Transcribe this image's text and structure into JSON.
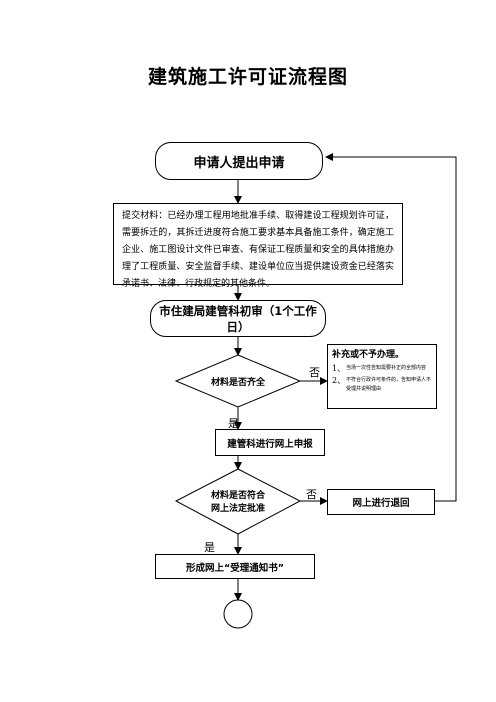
{
  "title": "建筑施工许可证流程图",
  "nodes": {
    "apply": "申请人提出申请",
    "materials": "提交材料：已经办理工程用地批准手续、取得建设工程规划许可证，需要拆迁的，其拆迁进度符合施工要求基本具备施工条件，确定施工企业、施工图设计文件已审查、有保证工程质量和安全的具体措施办理了工程质量、安全监督手续、建设单位应当提供建设资金已经落实承诺书、法律、行政规定的其他条件。",
    "initial_review": "市住建局建管科初审（1个工作日）",
    "decision_complete": "材料是否齐全",
    "supplement_title": "补充或不予办理。",
    "supplement_items": [
      {
        "num": "1、",
        "text": "当场一次性告知需要补正的全部内容"
      },
      {
        "num": "2、",
        "text": "不符合行政许可条件的，告知申请人不受理并说明理由"
      }
    ],
    "online_declare": "建管科进行网上申报",
    "decision_legal_line1": "材料是否符合",
    "decision_legal_line2": "网上法定批准",
    "return_online": "网上进行退回",
    "acceptance_notice": "形成网上“受理通知书”"
  },
  "labels": {
    "no1": "否",
    "yes1": "是",
    "no2": "否",
    "yes2": "是"
  }
}
